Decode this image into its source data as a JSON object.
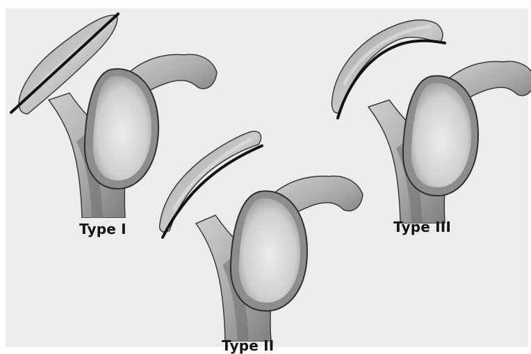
{
  "figure": {
    "labels": {
      "type_1": "Type I",
      "type_2": "Type II",
      "type_3": "Type III"
    },
    "colors": {
      "background": "#ededed",
      "bone_fill": "#bdbdbd",
      "bone_shadow": "#7a7a7a",
      "fossa_center": "#e6e6e6",
      "acromion_line": "#111111"
    },
    "illustrations": [
      {
        "name": "scapula-type-1",
        "acromion_shape": "flat"
      },
      {
        "name": "scapula-type-2",
        "acromion_shape": "curved"
      },
      {
        "name": "scapula-type-3",
        "acromion_shape": "hooked"
      }
    ]
  }
}
